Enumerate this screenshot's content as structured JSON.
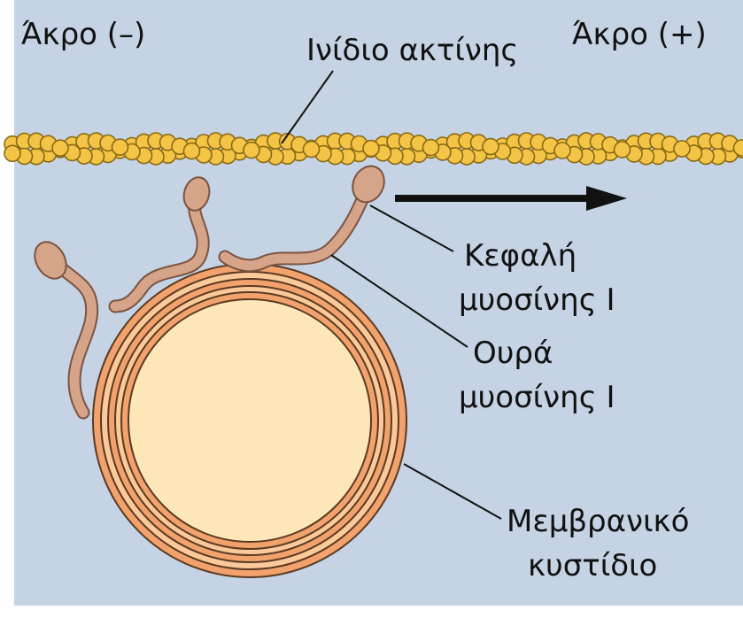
{
  "labels": {
    "minus_end": "Άκρο (–)",
    "plus_end": "Άκρο (+)",
    "actin_filament": "Ινίδιο ακτίνης",
    "myosin_head_line1": "Κεφαλή",
    "myosin_head_line2": "μυοσίνης Ι",
    "myosin_tail_line1": "Ουρά",
    "myosin_tail_line2": "μυοσίνης Ι",
    "vesicle_line1": "Μεμβρανικό",
    "vesicle_line2": "κυστίδιο"
  },
  "colors": {
    "background": "#c5d3e4",
    "actin_bead": "#f3c446",
    "actin_outline": "#8a6a14",
    "myosin": "#d6a488",
    "myosin_outline": "#7a5442",
    "vesicle_core": "#fde6b8",
    "vesicle_ring": "#f2a26c",
    "vesicle_ring_light": "#fbc99a",
    "line": "#111111"
  },
  "icons": {
    "direction_arrow": "right-arrow-icon"
  }
}
